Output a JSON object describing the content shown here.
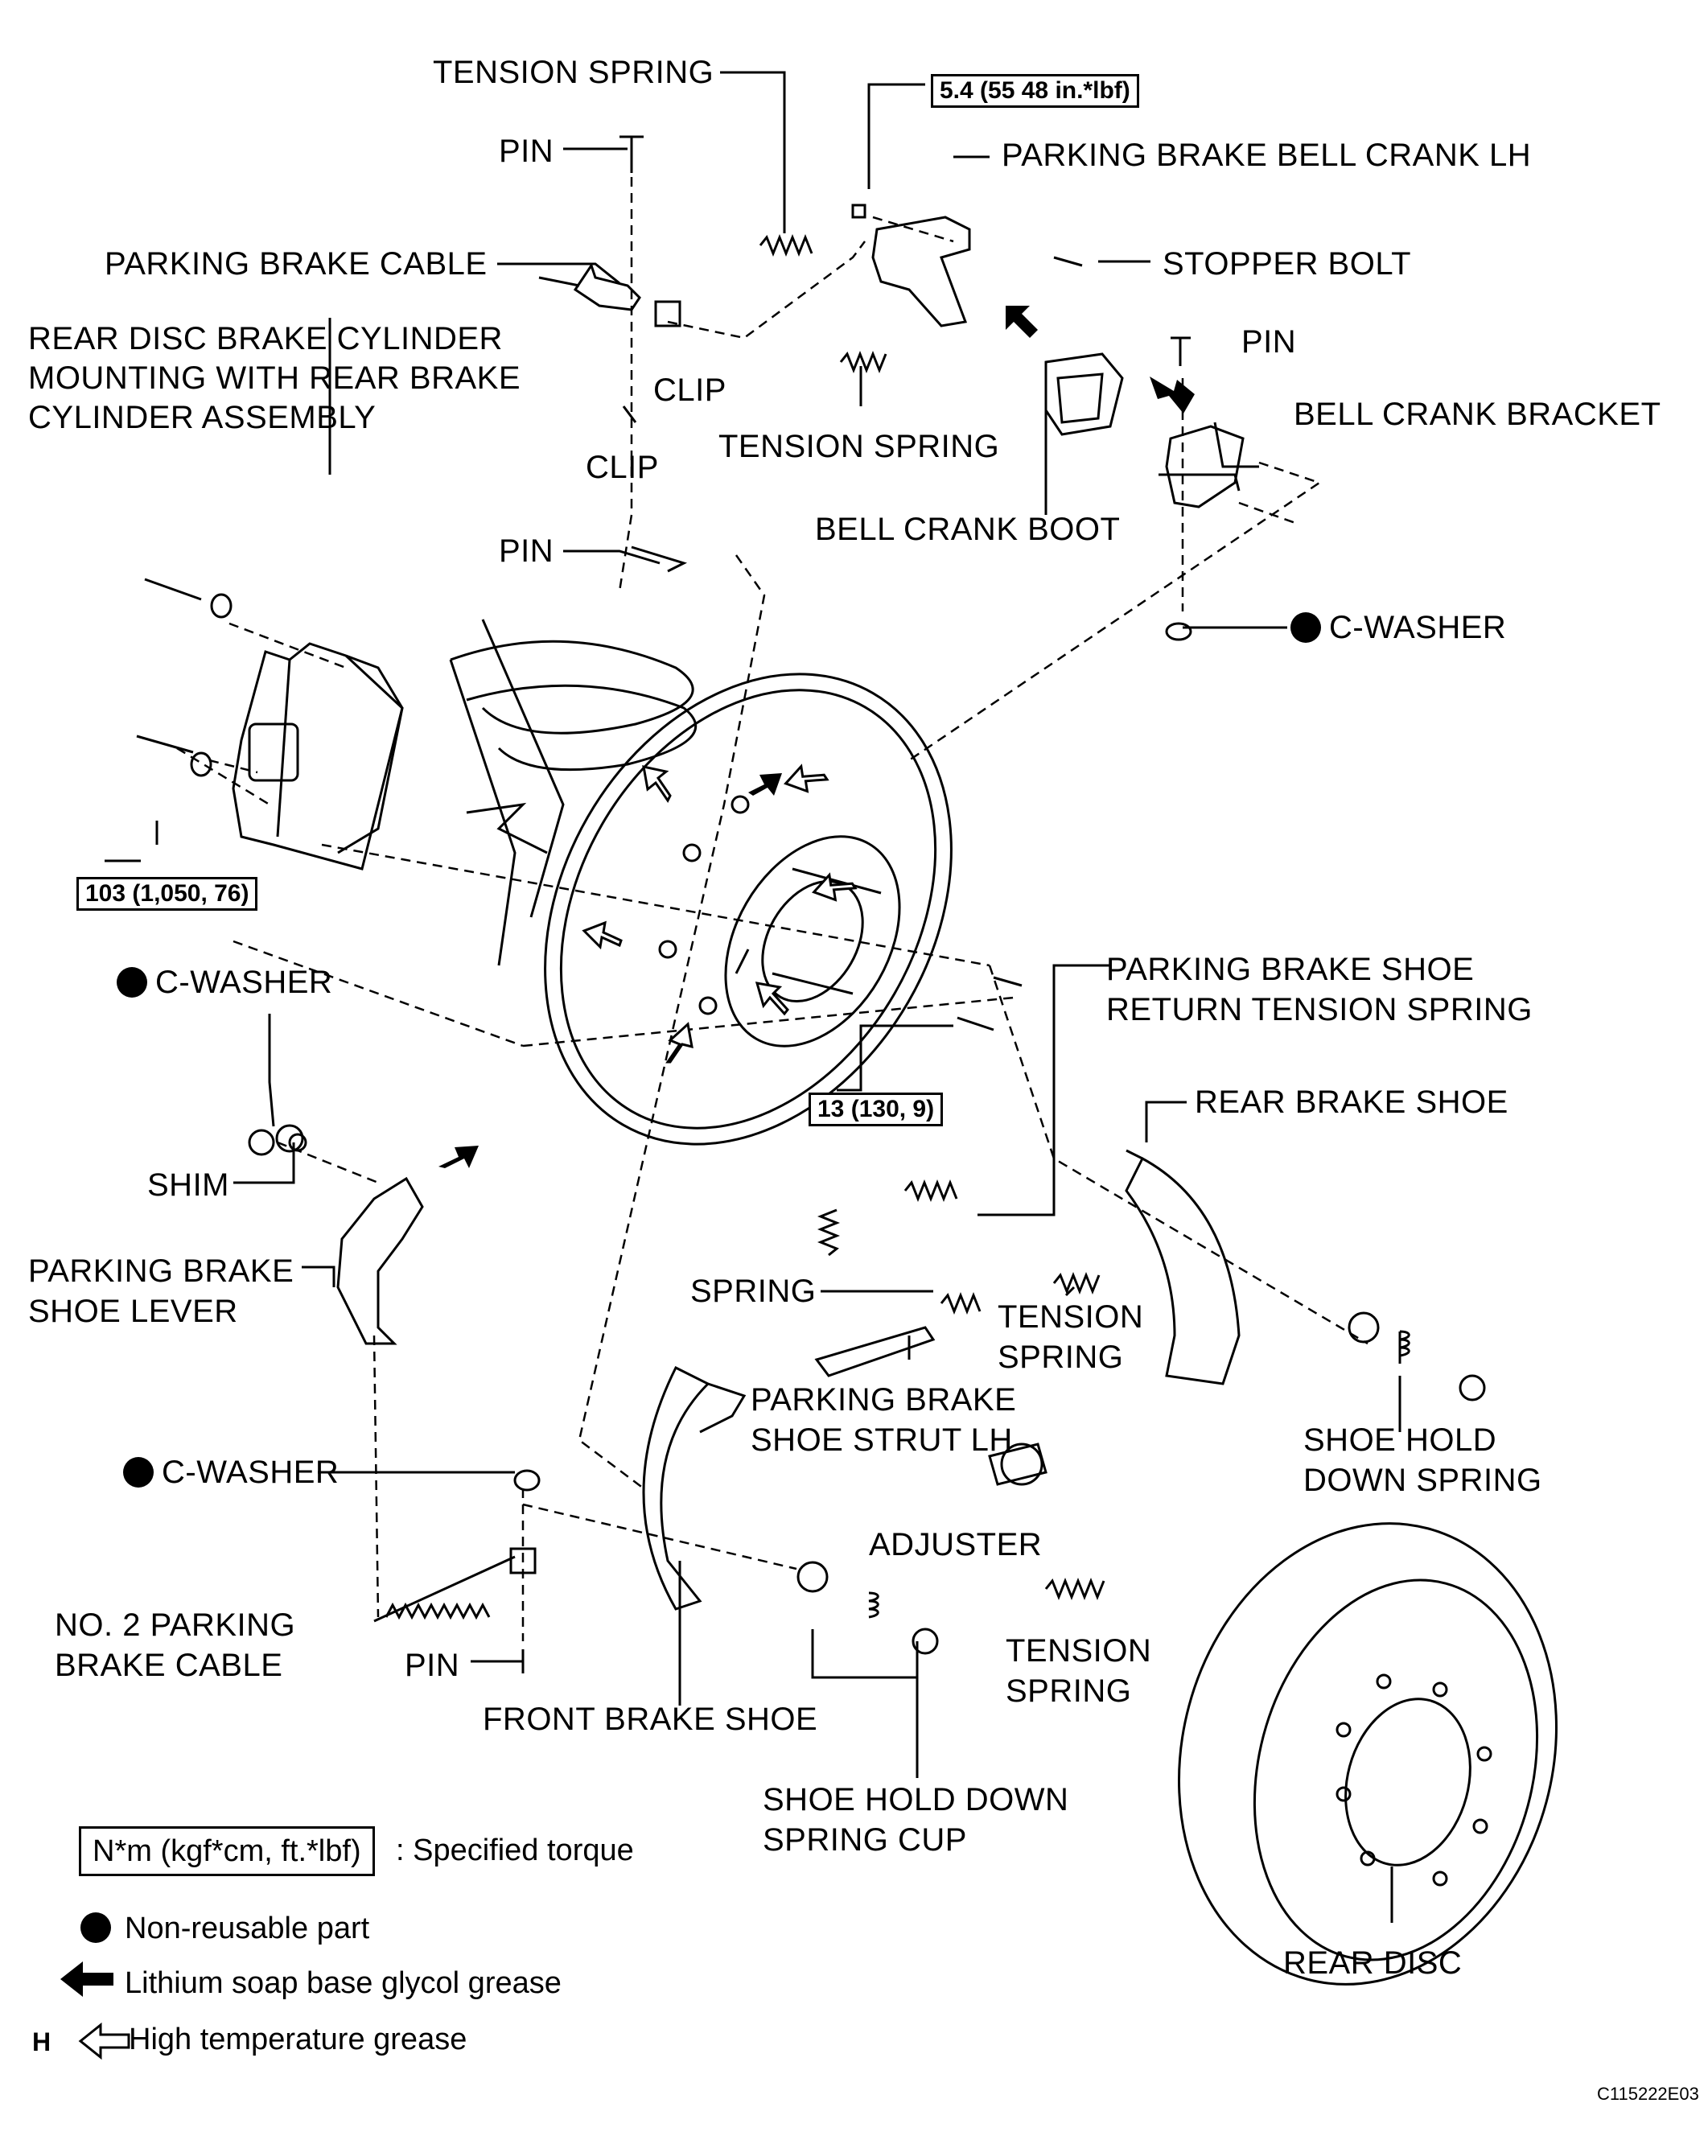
{
  "labels": {
    "tension_spring_top": "TENSION SPRING",
    "pin_top": "PIN",
    "parking_brake_cable": "PARKING BRAKE CABLE",
    "rear_disc_cylinder": "REAR DISC BRAKE CYLINDER\nMOUNTING WITH REAR BRAKE\nCYLINDER ASSEMBLY",
    "clip_right": "CLIP",
    "clip_bottom": "CLIP",
    "tension_spring_mid": "TENSION SPRING",
    "bell_crank_lh": "PARKING BRAKE BELL CRANK LH",
    "stopper_bolt": "STOPPER BOLT",
    "pin_right": "PIN",
    "bell_crank_bracket": "BELL CRANK BRACKET",
    "bell_crank_boot": "BELL CRANK BOOT",
    "pin_mid": "PIN",
    "c_washer_top": "C-WASHER",
    "c_washer_left": "C-WASHER",
    "shim": "SHIM",
    "parking_shoe_lever": "PARKING BRAKE\nSHOE LEVER",
    "c_washer_bottom": "C-WASHER",
    "no2_cable": "NO. 2 PARKING\nBRAKE CABLE",
    "pin_bottom": "PIN",
    "front_brake_shoe": "FRONT BRAKE SHOE",
    "return_spring": "PARKING BRAKE SHOE\nRETURN TENSION SPRING",
    "rear_brake_shoe": "REAR BRAKE SHOE",
    "spring": "SPRING",
    "tension_spring_r1": "TENSION\nSPRING",
    "shoe_strut": "PARKING BRAKE\nSHOE STRUT LH",
    "shoe_hold_spring": "SHOE HOLD\nDOWN SPRING",
    "adjuster": "ADJUSTER",
    "tension_spring_r2": "TENSION\nSPRING",
    "shoe_hold_cup": "SHOE HOLD DOWN\nSPRING CUP",
    "rear_disc": "REAR DISC"
  },
  "torques": {
    "t1": "5.4 (55 48 in.*lbf)",
    "t2": "103 (1,050, 76)",
    "t3": "13 (130, 9)"
  },
  "legend": {
    "torque_box": "N*m (kgf*cm, ft.*lbf)",
    "torque_text": ": Specified torque",
    "non_reusable": "Non-reusable part",
    "lithium": "Lithium soap base glycol grease",
    "high_temp": "High temperature grease"
  },
  "corner_mark": "H",
  "figure_id": "C115222E03"
}
